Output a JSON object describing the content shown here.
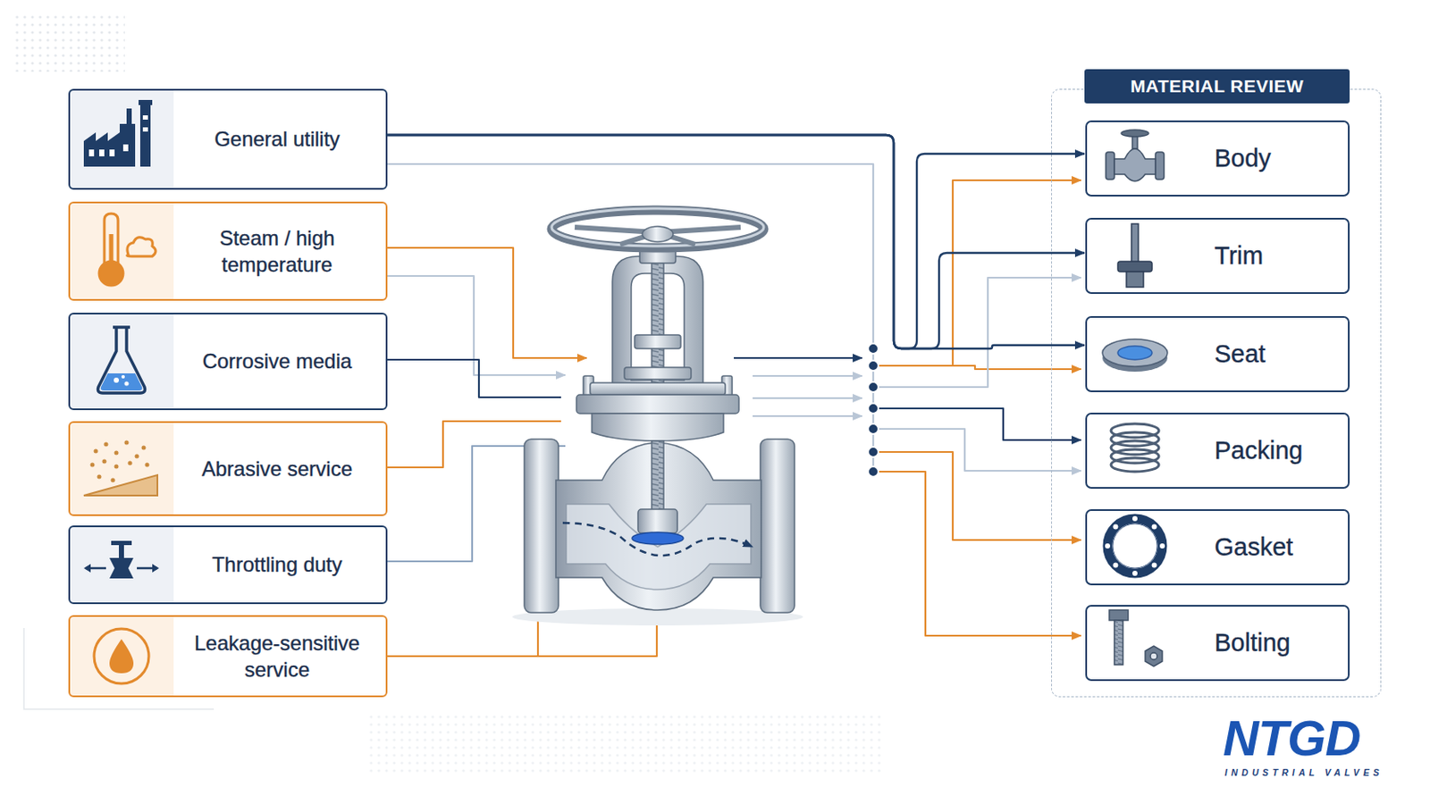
{
  "diagram": {
    "nodes": [
      {
        "text": [
          "General utility"
        ]
      },
      {
        "text": [
          "Steam / high temperature"
        ]
      },
      {
        "text": [
          "Corrosive media"
        ]
      },
      {
        "text": [
          "Abrasive service"
        ]
      },
      {
        "text": [
          "Throttling duty"
        ]
      },
      {
        "text": [
          "Leakage-sensitive service"
        ]
      },
      {
        "text": [
          "MATERIAL REVIEW"
        ]
      },
      {
        "text": [
          "Body"
        ],
        "in": 6
      },
      {
        "text": [
          "Trim"
        ],
        "in": 6
      },
      {
        "text": [
          "Seat"
        ],
        "in": 6
      },
      {
        "text": [
          "Packing"
        ],
        "in": 6
      },
      {
        "text": [
          "Gasket"
        ],
        "in": 6
      },
      {
        "text": [
          "Bolting"
        ],
        "in": 6
      }
    ],
    "edges": [
      {
        "from": 0,
        "to": 7,
        "arrow": "to"
      },
      {
        "from": 0,
        "to": 8,
        "arrow": "to"
      },
      {
        "from": 0,
        "to": 9,
        "arrow": "to"
      }
    ],
    "labels": [
      "NTGD",
      "INDUSTRIAL VALVES"
    ]
  }
}
